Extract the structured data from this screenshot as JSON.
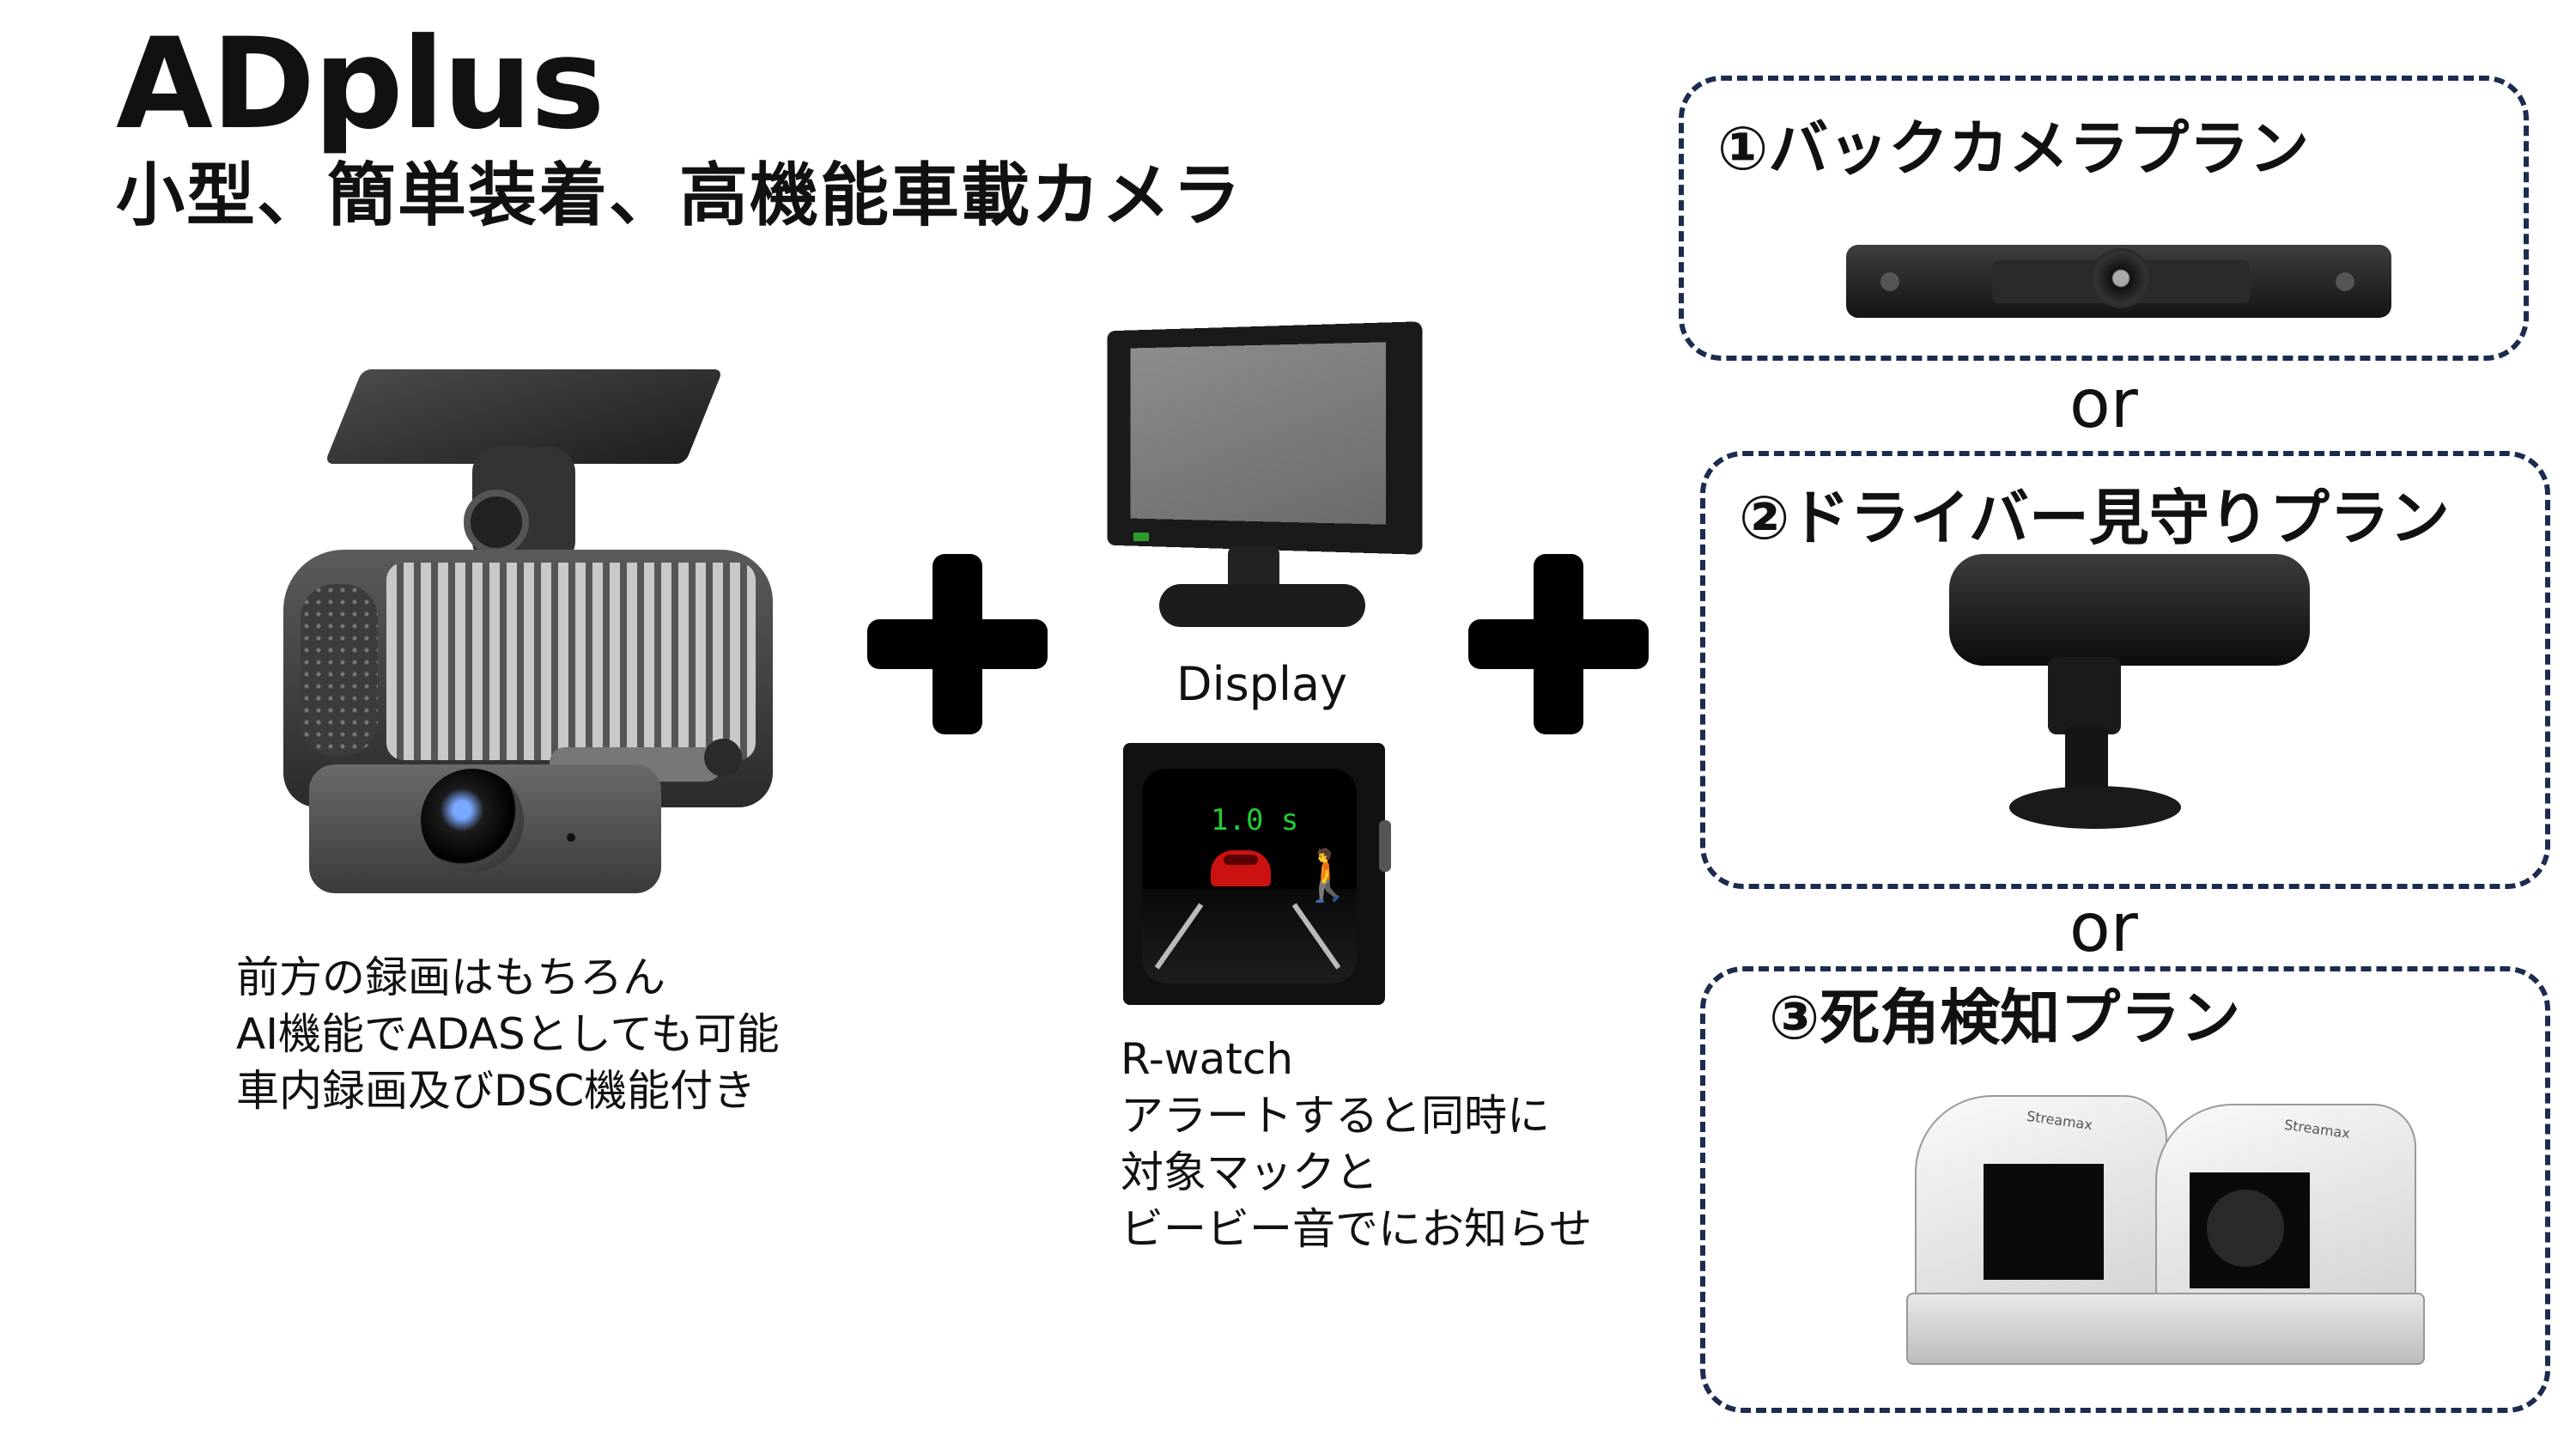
{
  "header": {
    "title": "ADplus",
    "subtitle": "小型、簡単装着、高機能車載カメラ"
  },
  "main_camera": {
    "caption": "前方の録画はもちろん\nAI機能でADASとしても可能\n車内録画及びDSC機能付き"
  },
  "display": {
    "label": "Display"
  },
  "rwatch": {
    "caption": "R-watch\nアラートすると同時に\n対象マックと\nビービー音でにお知らせ",
    "screen_text": "1.0 s"
  },
  "plans": [
    {
      "title": "①バックカメラプラン"
    },
    {
      "title": "②ドライバー見守りプラン"
    },
    {
      "title": "③死角検知プラン"
    }
  ],
  "separator": "or",
  "device_brand": "Streamax",
  "colors": {
    "plan_border": "#1c2b4f",
    "watch_car": "#cc1111",
    "watch_figure": "#22cc33"
  }
}
